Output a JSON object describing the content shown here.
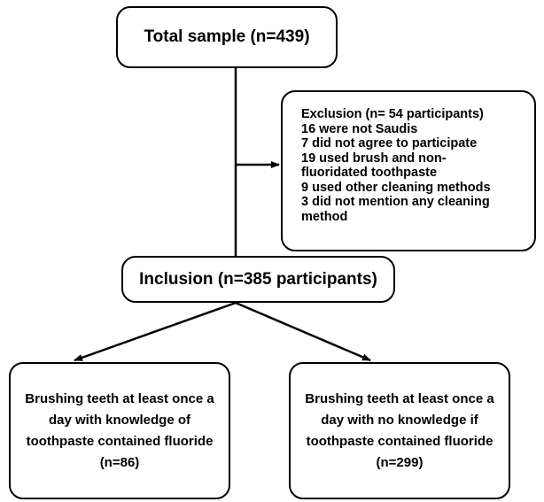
{
  "total": {
    "label": "Total sample (n=439)"
  },
  "exclusion": {
    "lines": [
      "Exclusion (n= 54 participants)",
      "16 were not Saudis",
      "7 did not agree to participate",
      "19 used brush and non-",
      "fluoridated toothpaste",
      "9 used other cleaning methods",
      "3 did not mention any cleaning",
      "method"
    ]
  },
  "inclusion": {
    "label": "Inclusion (n=385 participants)"
  },
  "left_group": {
    "label": "Brushing teeth at least once a day with knowledge of toothpaste contained fluoride (n=86)"
  },
  "right_group": {
    "label": "Brushing teeth at least once a day with no knowledge if toothpaste contained fluoride (n=299)"
  }
}
